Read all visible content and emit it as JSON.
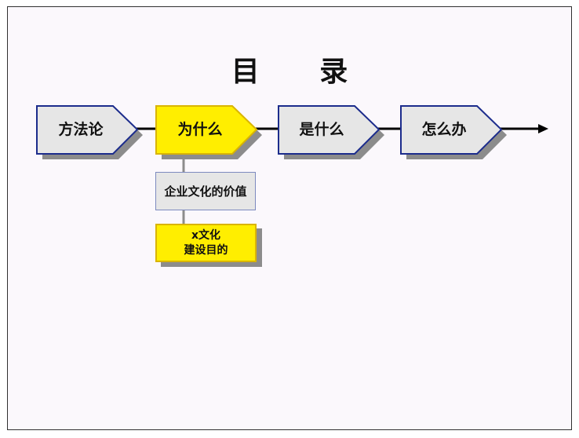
{
  "title": "目  录",
  "steps": [
    {
      "label": "方法论",
      "fill": "#e6e6e6",
      "active": false
    },
    {
      "label": "为什么",
      "fill": "#ffee00",
      "active": true
    },
    {
      "label": "是什么",
      "fill": "#e6e6e6",
      "active": false
    },
    {
      "label": "怎么办",
      "fill": "#e6e6e6",
      "active": false
    }
  ],
  "sub_items": [
    {
      "lines": [
        "企业文化的价值"
      ],
      "fill": "#e6e6e6"
    },
    {
      "lines": [
        "x文化",
        "建设目的"
      ],
      "fill": "#ffee00"
    }
  ],
  "colors": {
    "step_border": "#1c2c8c",
    "active_border": "#d9b400",
    "shadow": "#8c8c8c",
    "arrow": "#000000"
  }
}
